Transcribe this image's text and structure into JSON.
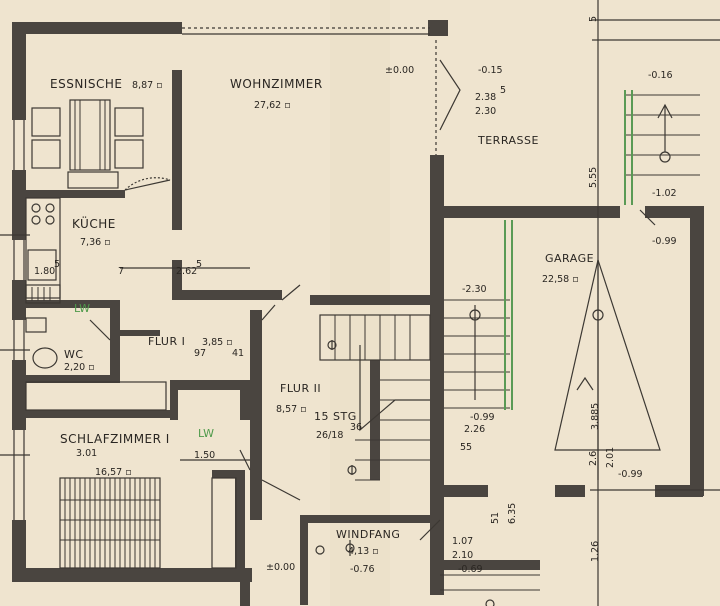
{
  "rooms": {
    "essnische": {
      "name": "ESSNISCHE",
      "area": "8,87 ▫"
    },
    "wohnzimmer": {
      "name": "WOHNZIMMER",
      "area": "27,62 ▫"
    },
    "kueche": {
      "name": "KÜCHE",
      "area": "7,36 ▫"
    },
    "flur1": {
      "name": "FLUR I",
      "area": "3,85 ▫"
    },
    "flur2": {
      "name": "FLUR II",
      "area": "8,57 ▫"
    },
    "wc": {
      "name": "WC",
      "area": "2,20 ▫"
    },
    "schlafzimmer": {
      "name": "SCHLAFZIMMER I",
      "area": "16,57 ▫"
    },
    "windfang": {
      "name": "WINDFANG",
      "area": "4,13 ▫"
    },
    "garage": {
      "name": "GARAGE",
      "area": "22,58 ▫"
    },
    "terrasse": {
      "name": "TERRASSE"
    }
  },
  "labels": {
    "lw1": "LW",
    "lw2": "LW",
    "stg": "15 STG",
    "stg_dims": "26/18",
    "stg_sup": "36"
  },
  "dimensions": {
    "d_000": "±0.00",
    "d_m015": "-0.15",
    "d_238": "2.38",
    "d_238_sup": "5",
    "d_230": "2.30",
    "d_m016": "-0.16",
    "d_555": "5.55",
    "d_m102": "-1.02",
    "d_m099a": "-0.99",
    "d_180": "1.80",
    "d_180_sup": "5",
    "d_7": "7",
    "d_262": "2.62",
    "d_262_sup": "5",
    "d_m230": "-2.30",
    "d_97": "97",
    "d_41": "41",
    "d_m099b": "-0.99",
    "d_226": "2.26",
    "d_55": "55",
    "d_3885": "3.885",
    "d_201": "2.01",
    "d_26": "2.6",
    "d_m099c": "-0.99",
    "d_301": "3.01",
    "d_150": "1.50",
    "d_000b": "±0.00",
    "d_m076": "-0.76",
    "d_107": "1.07",
    "d_210": "2.10",
    "d_m069": "-0.69",
    "d_51": "51",
    "d_635": "6.35",
    "d_126": "1.26",
    "d_top1": "5"
  }
}
